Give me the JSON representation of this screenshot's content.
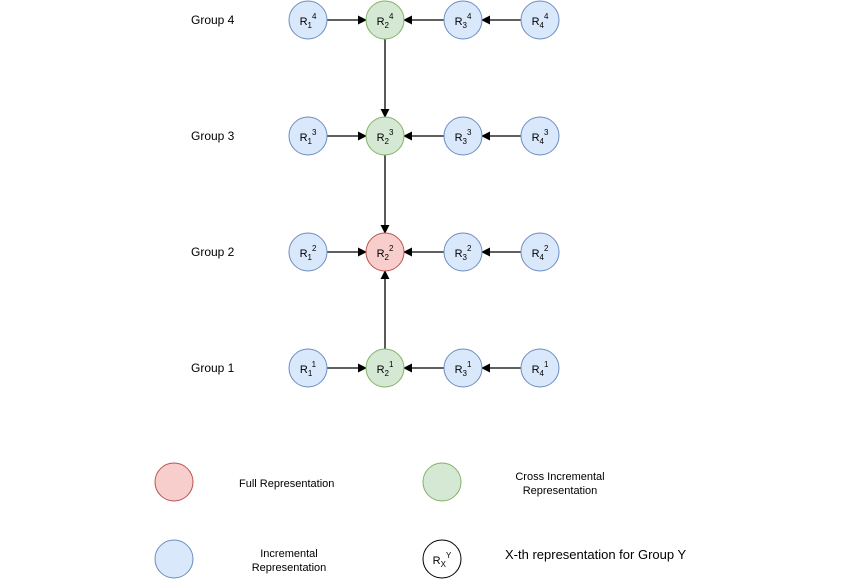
{
  "groups": [
    {
      "label": "Group 4",
      "nodes": [
        {
          "base": "R",
          "sub": "1",
          "sup": "4",
          "kind": "incremental"
        },
        {
          "base": "R",
          "sub": "2",
          "sup": "4",
          "kind": "cross"
        },
        {
          "base": "R",
          "sub": "3",
          "sup": "4",
          "kind": "incremental"
        },
        {
          "base": "R",
          "sub": "4",
          "sup": "4",
          "kind": "incremental"
        }
      ]
    },
    {
      "label": "Group 3",
      "nodes": [
        {
          "base": "R",
          "sub": "1",
          "sup": "3",
          "kind": "incremental"
        },
        {
          "base": "R",
          "sub": "2",
          "sup": "3",
          "kind": "cross"
        },
        {
          "base": "R",
          "sub": "3",
          "sup": "3",
          "kind": "incremental"
        },
        {
          "base": "R",
          "sub": "4",
          "sup": "3",
          "kind": "incremental"
        }
      ]
    },
    {
      "label": "Group 2",
      "nodes": [
        {
          "base": "R",
          "sub": "1",
          "sup": "2",
          "kind": "incremental"
        },
        {
          "base": "R",
          "sub": "2",
          "sup": "2",
          "kind": "full"
        },
        {
          "base": "R",
          "sub": "3",
          "sup": "2",
          "kind": "incremental"
        },
        {
          "base": "R",
          "sub": "4",
          "sup": "2",
          "kind": "incremental"
        }
      ]
    },
    {
      "label": "Group 1",
      "nodes": [
        {
          "base": "R",
          "sub": "1",
          "sup": "1",
          "kind": "incremental"
        },
        {
          "base": "R",
          "sub": "2",
          "sup": "1",
          "kind": "cross"
        },
        {
          "base": "R",
          "sub": "3",
          "sup": "1",
          "kind": "incremental"
        },
        {
          "base": "R",
          "sub": "4",
          "sup": "1",
          "kind": "incremental"
        }
      ]
    }
  ],
  "colors": {
    "full": {
      "fill": "#f8cecc",
      "stroke": "#b85450"
    },
    "cross": {
      "fill": "#d5e8d4",
      "stroke": "#82b366"
    },
    "incremental": {
      "fill": "#dae8fc",
      "stroke": "#6c8ebf"
    },
    "key": {
      "fill": "#ffffff",
      "stroke": "#000000"
    },
    "edge": "#000000"
  },
  "legend": {
    "full": {
      "label": "Full Representation"
    },
    "cross": {
      "lines": [
        "Cross Incremental",
        "Representation"
      ]
    },
    "incremental": {
      "lines": [
        "Incremental",
        "Representation"
      ]
    },
    "key": {
      "base": "R",
      "sub": "X",
      "sup": "Y",
      "label": "X-th representation for Group Y"
    }
  }
}
